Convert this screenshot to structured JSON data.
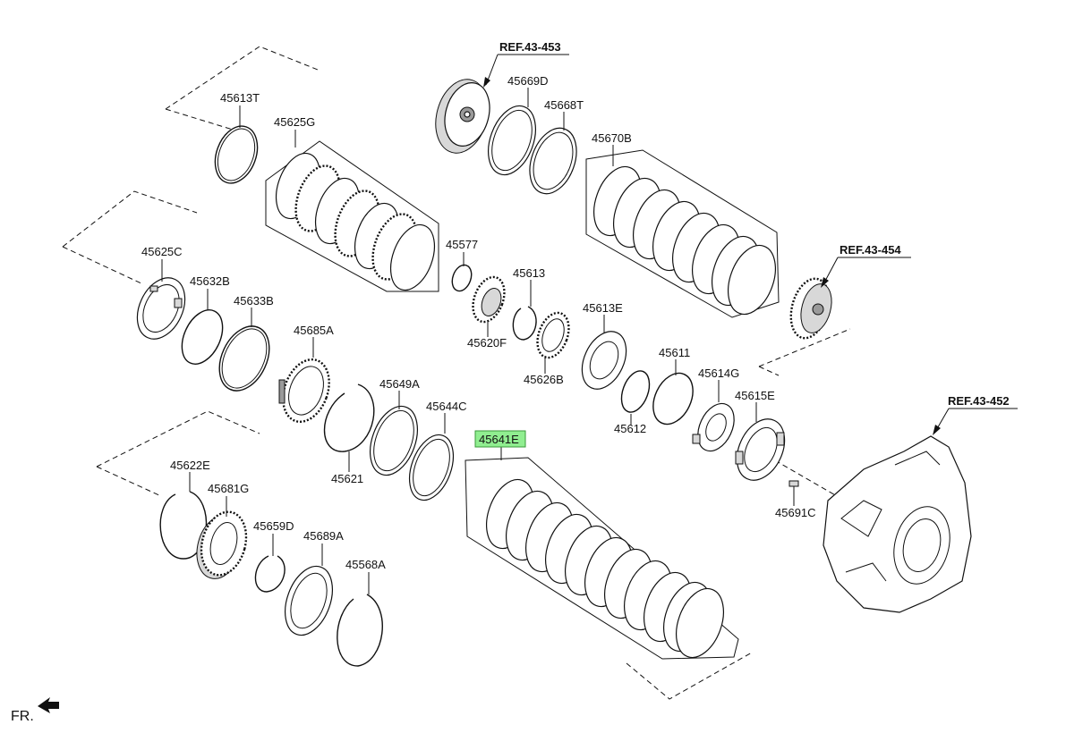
{
  "labels": {
    "p45613T": "45613T",
    "p45625G": "45625G",
    "p45625C": "45625C",
    "p45632B": "45632B",
    "p45633B": "45633B",
    "p45685A": "45685A",
    "p45621": "45621",
    "p45649A": "45649A",
    "p45644C": "45644C",
    "p45622E": "45622E",
    "p45681G": "45681G",
    "p45659D": "45659D",
    "p45689A": "45689A",
    "p45568A": "45568A",
    "p45669D": "45669D",
    "p45668T": "45668T",
    "p45670B": "45670B",
    "p45577": "45577",
    "p45613": "45613",
    "p45620F": "45620F",
    "p45626B": "45626B",
    "p45613E": "45613E",
    "p45611": "45611",
    "p45612": "45612",
    "p45614G": "45614G",
    "p45615E": "45615E",
    "p45691C": "45691C",
    "p45641E": "45641E"
  },
  "refs": {
    "r453": "REF.43-453",
    "r454": "REF.43-454",
    "r452": "REF.43-452"
  },
  "direction_label": "FR.",
  "highlight_color": "#90EE90"
}
